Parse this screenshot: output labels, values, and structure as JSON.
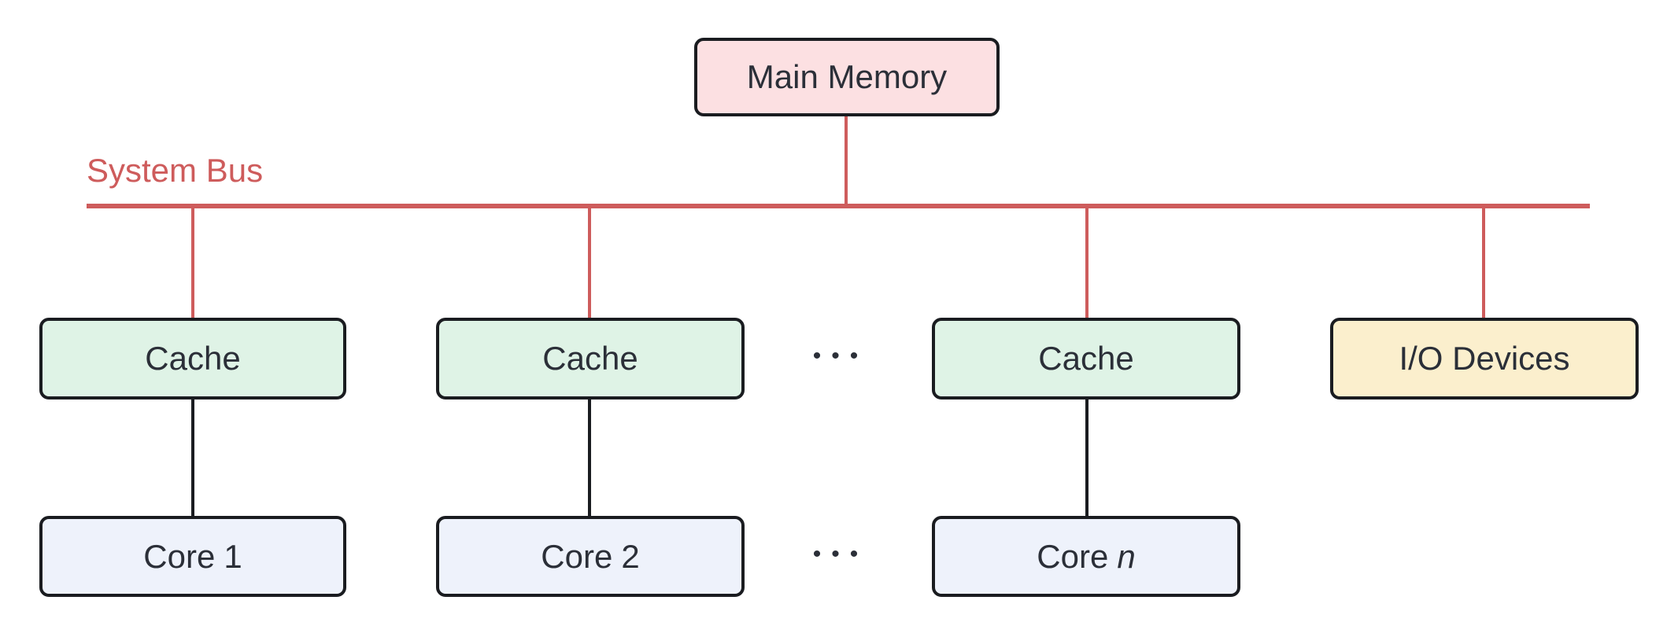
{
  "labels": {
    "main_memory": "Main Memory",
    "system_bus": "System Bus",
    "io_devices": "I/O Devices",
    "ellipsis_caches": "•••",
    "ellipsis_cores": "•••"
  },
  "columns": [
    {
      "cache": "Cache",
      "core_prefix": "Core",
      "core_suffix": "1"
    },
    {
      "cache": "Cache",
      "core_prefix": "Core",
      "core_suffix": "2"
    },
    {
      "cache": "Cache",
      "core_prefix": "Core",
      "core_suffix": "n"
    }
  ],
  "colors": {
    "bus": "#ce5c5c",
    "main_memory_fill": "#fce0e2",
    "cache_fill": "#dff3e6",
    "core_fill": "#eef2fb",
    "io_fill": "#fbefcd",
    "border": "#1a1c20",
    "text": "#2b2f38"
  }
}
